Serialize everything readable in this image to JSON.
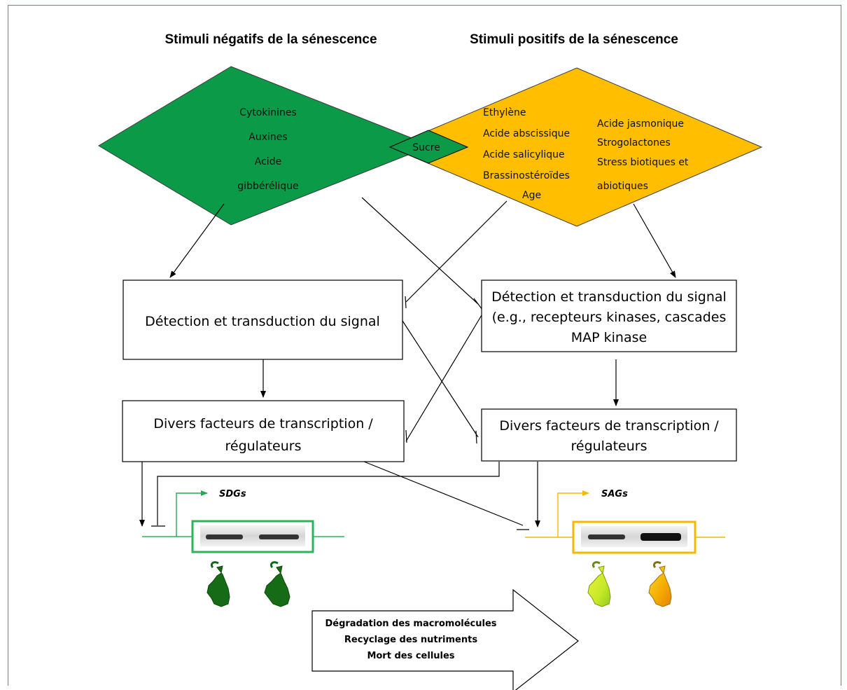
{
  "titles": {
    "negative": "Stimuli négatifs de la sénescence",
    "positive": "Stimuli positifs de la sénescence"
  },
  "negative_stimuli": [
    "Cytokinines",
    "Auxines",
    "Acide",
    "gibbérélique"
  ],
  "shared_stimulus": "Sucre",
  "positive_stimuli_left": [
    "Ethylène",
    "Acide abscissique",
    "Acide salicylique",
    "Brassinostéroïdes",
    "Age"
  ],
  "positive_stimuli_right": [
    "Acide jasmonique",
    "Strogolactones",
    "Stress biotiques et",
    "abiotiques"
  ],
  "boxes": {
    "left_detection": "Détection et transduction du signal",
    "right_detection": [
      "Détection et transduction du signal",
      "(e.g., recepteurs kinases, cascades",
      "MAP kinase"
    ],
    "left_tf": [
      "Divers facteurs de transcription /",
      "régulateurs"
    ],
    "right_tf": [
      "Divers facteurs de transcription /",
      "régulateurs"
    ]
  },
  "genes": {
    "left": "SDGs",
    "right": "SAGs"
  },
  "arrow_text": [
    "Dégradation des macromolécules",
    "Recyclage des nutriments",
    "Mort des cellules"
  ],
  "colors": {
    "green": "#0b9b48",
    "orange": "#ffbe00",
    "green_stroke": "#2fb35a",
    "orange_stroke": "#f5b800",
    "border": "#5b7fb0"
  }
}
